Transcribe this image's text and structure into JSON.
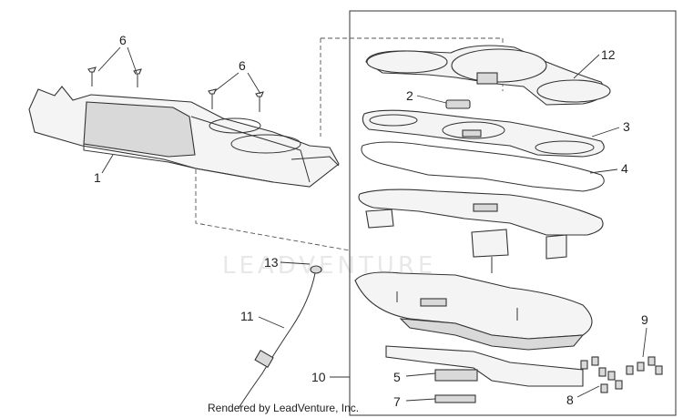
{
  "watermark": "LEADVENTURE",
  "credit": "Rendered by LeadVenture, Inc.",
  "callouts": [
    "1",
    "2",
    "3",
    "4",
    "5",
    "6",
    "6",
    "7",
    "8",
    "9",
    "10",
    "11",
    "12",
    "13"
  ]
}
